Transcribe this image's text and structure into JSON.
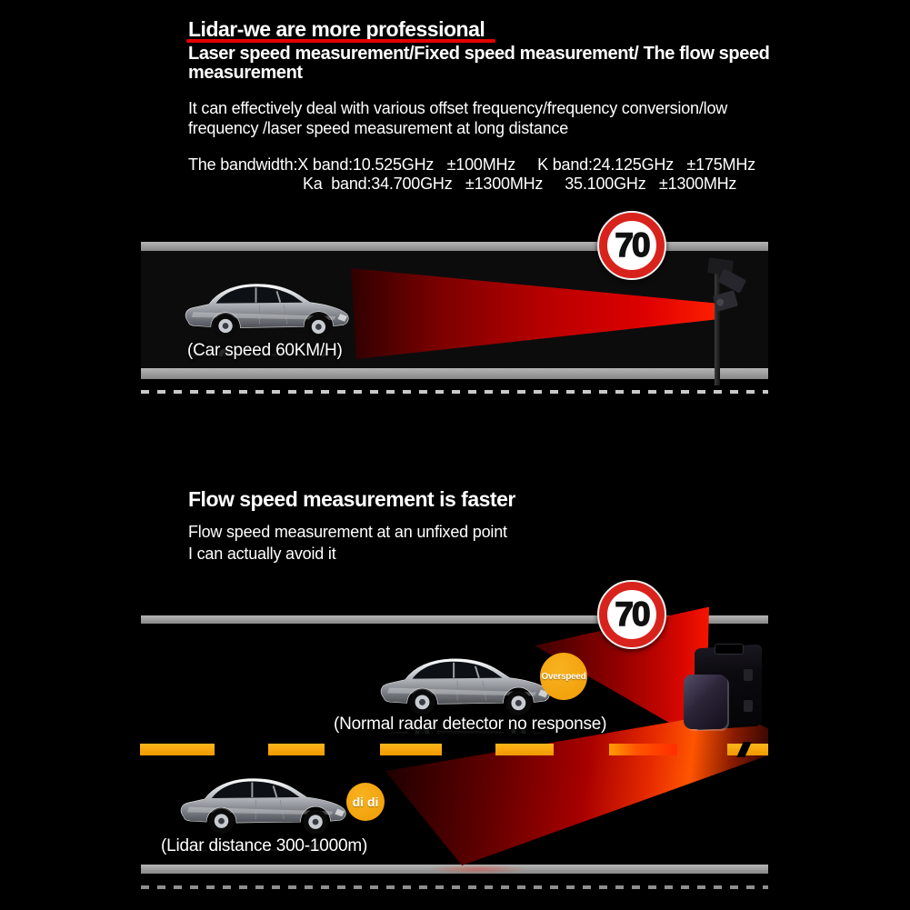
{
  "header": {
    "title": "Lidar-we are more professional",
    "subtitle_lines": [
      "Laser speed measurement/Fixed speed measurement/ The flow speed",
      "measurement"
    ],
    "description_lines": [
      "It can effectively deal with various offset frequency/frequency conversion/low",
      "frequency /laser speed measurement at long distance"
    ],
    "bandwidth_lines": [
      "The bandwidth:X band:10.525GHz   ±100MHz     K band:24.125GHz   ±175MHz",
      "Ka  band:34.700GHz   ±1300MHz     35.100GHz   ±1300MHz"
    ]
  },
  "scene_fixed": {
    "sign_speed": "70",
    "caption": "(Car speed 60KM/H)"
  },
  "flow_section": {
    "heading": "Flow speed measurement is faster",
    "lines": [
      "Flow speed measurement at an unfixed point",
      "I can actually avoid it"
    ]
  },
  "scene_flow": {
    "sign_speed": "70",
    "badge_label": "Overspeed",
    "caption": "(Normal radar detector no response)"
  },
  "scene_lidar": {
    "badge_label": "di di",
    "caption": "(Lidar distance 300-1000m)"
  },
  "colors": {
    "underline_red": "#e60000",
    "beam_red": "#d40000",
    "badge_orange": "#f2a30c",
    "sign_red": "#d8231d",
    "road_gray": "#9a9a9a",
    "lane_orange": "#f6a800"
  }
}
